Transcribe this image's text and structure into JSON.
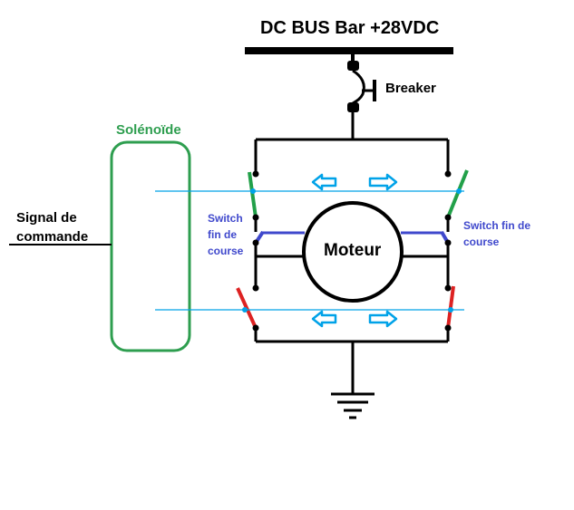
{
  "title": "DC BUS Bar +28VDC",
  "breaker_label": "Breaker",
  "solenoid_label": "Solénoïde",
  "signal_label": {
    "line1": "Signal de",
    "line2": "commande"
  },
  "switch_left": {
    "line1": "Switch",
    "line2": "fin de",
    "line3": "course"
  },
  "switch_right": {
    "line1": "Switch fin de",
    "line2": "course"
  },
  "motor_label": "Moteur",
  "colors": {
    "wire": "#000000",
    "solenoid": "#2e9e4f",
    "switch_green": "#22a049",
    "switch_red": "#dd2222",
    "limit_switch": "#3f48cc",
    "arrow": "#00a2e8",
    "signal_line": "#00a2e8"
  },
  "icons": [
    "ground-icon",
    "breaker-icon",
    "arrow-left-icon",
    "arrow-right-icon"
  ]
}
